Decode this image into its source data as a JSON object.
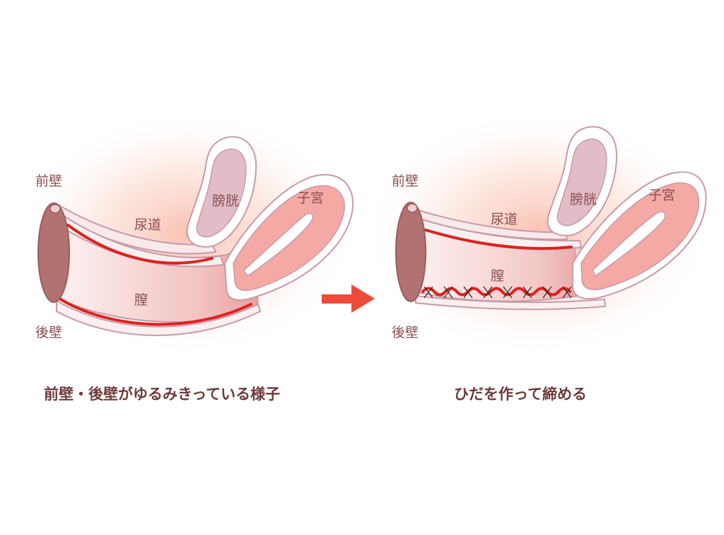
{
  "left_panel": {
    "label_front_wall": "前壁",
    "label_back_wall": "後壁",
    "label_urethra": "尿道",
    "label_bladder": "膀胱",
    "label_uterus": "子宮",
    "label_vagina": "膣",
    "caption": "前壁・後壁がゆるみきっている様子"
  },
  "right_panel": {
    "label_front_wall": "前壁",
    "label_back_wall": "後壁",
    "label_urethra": "尿道",
    "label_bladder": "膀胱",
    "label_uterus": "子宮",
    "label_vagina": "膣",
    "caption": "ひだを作って締める"
  },
  "colors": {
    "outline": "#c79aa8",
    "tissue": "#f6dcdc",
    "bladder_fill": "#e2bcc6",
    "uterus_fill": "#f4a9a5",
    "opening": "#b27272",
    "wall_line": "#e0201e",
    "arrow": "#ee4a3a",
    "glow": "#f7b9a6"
  }
}
